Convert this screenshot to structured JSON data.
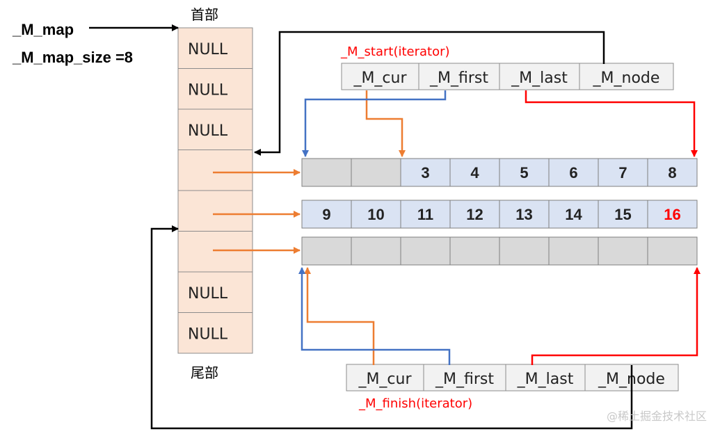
{
  "labels": {
    "m_map": "_M_map",
    "m_map_size": "_M_map_size =8",
    "head": "首部",
    "tail": "尾部",
    "start_iterator": "_M_start(iterator)",
    "finish_iterator": "_M_finish(iterator)",
    "watermark": "@稀土掘金技术社区"
  },
  "map_slots": [
    "NULL",
    "NULL",
    "NULL",
    "",
    "",
    "",
    "NULL",
    "NULL"
  ],
  "start_iter_fields": [
    "_M_cur",
    "_M_first",
    "_M_last",
    "_M_node"
  ],
  "finish_iter_fields": [
    "_M_cur",
    "_M_first",
    "_M_last",
    "_M_node"
  ],
  "buffers": [
    [
      "",
      "",
      "3",
      "4",
      "5",
      "6",
      "7",
      "8"
    ],
    [
      "9",
      "10",
      "11",
      "12",
      "13",
      "14",
      "15",
      "16"
    ],
    [
      "",
      "",
      "",
      "",
      "",
      "",
      "",
      ""
    ]
  ],
  "colors": {
    "map_fill": "#fbe5d6",
    "iter_fill": "#f2f2f2",
    "filled_cell": "#dae3f3",
    "empty_cell": "#d9d9d9",
    "orange": "#ed7d31",
    "blue": "#4472c4",
    "red": "#ff0000",
    "black": "#000000",
    "last_element": "#ff0000"
  }
}
